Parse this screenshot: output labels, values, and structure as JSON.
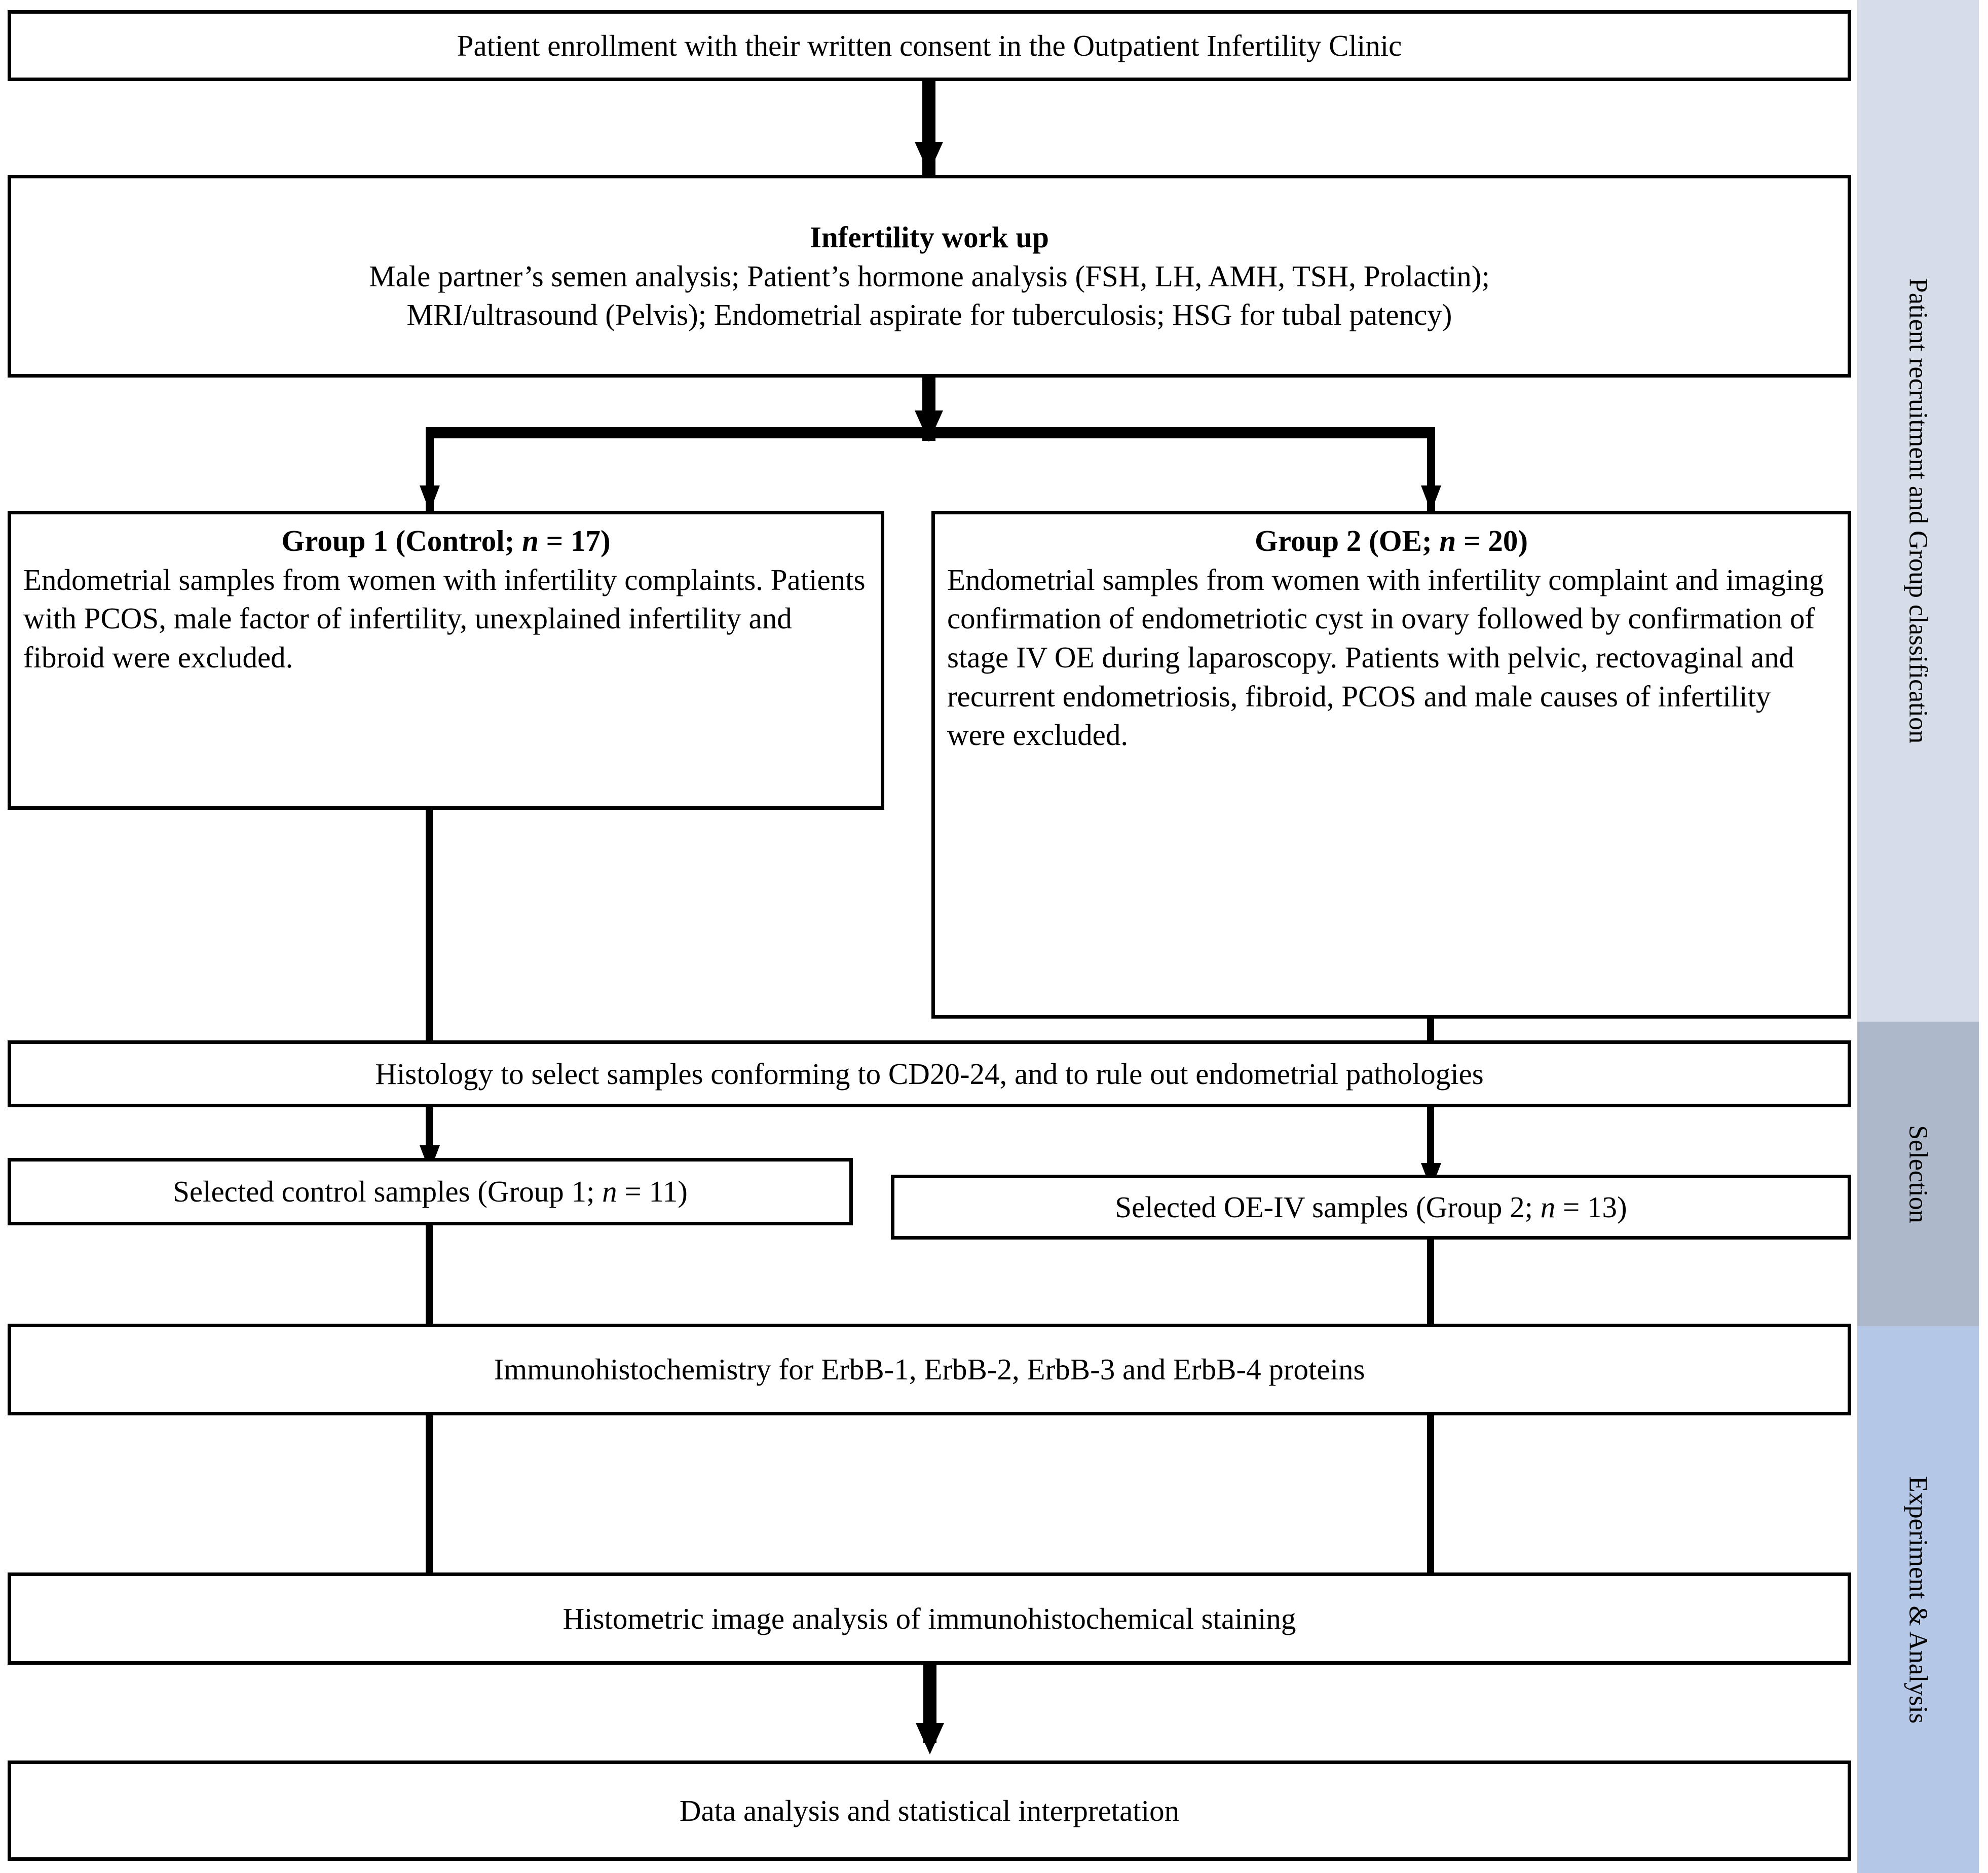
{
  "figure": {
    "type": "flowchart",
    "title": "Study design flowchart: patient recruitment, selection and analysis"
  },
  "colors": {
    "box_border": "#000000",
    "box_fill": "#ffffff",
    "connector": "#000000",
    "band_recruitment": "#d6dce8",
    "band_selection": "#adb9cb",
    "band_experiment": "#b4c7e7"
  },
  "nodes": {
    "enrollment": {
      "text": "Patient enrollment with their written consent in the Outpatient Infertility Clinic"
    },
    "workup": {
      "title": "Infertility work up",
      "line1": "Male partner’s semen analysis; Patient’s hormone analysis (FSH, LH, AMH, TSH, Prolactin);",
      "line2": "MRI/ultrasound (Pelvis); Endometrial aspirate for tuberculosis; HSG for tubal patency)"
    },
    "group1": {
      "title_pre": "Group 1 (Control; ",
      "title_n": "n",
      "title_post": " = 17)",
      "body": "Endometrial samples from women with infertility complaints. Patients with PCOS, male factor of infertility, unexplained infertility and fibroid were excluded."
    },
    "group2": {
      "title_pre": "Group 2 (OE; ",
      "title_n": "n",
      "title_post": " = 20)",
      "body": "Endometrial samples from women with infertility complaint and imaging confirmation of endometriotic cyst in ovary followed by confirmation of stage IV OE during laparoscopy. Patients with pelvic, rectovaginal and recurrent endometriosis, fibroid, PCOS and male causes of infertility were excluded."
    },
    "histology": {
      "text": "Histology to select samples conforming to CD20-24, and to rule out endometrial pathologies"
    },
    "selected_control": {
      "pre": "Selected control samples (Group 1; ",
      "n": "n",
      "post": " = 11)"
    },
    "selected_oe": {
      "pre": "Selected OE-IV samples (Group 2; ",
      "n": "n",
      "post": " = 13)"
    },
    "ihc": {
      "text": "Immunohistochemistry for ErbB-1, ErbB-2, ErbB-3 and ErbB-4 proteins"
    },
    "histometric": {
      "text": "Histometric image analysis of immunohistochemical staining"
    },
    "data_analysis": {
      "text": "Data analysis and statistical interpretation"
    }
  },
  "sidebar": {
    "bands": [
      {
        "label": "Patient recruitment and Group classification"
      },
      {
        "label": "Selection"
      },
      {
        "label": "Experiment & Analysis"
      }
    ]
  }
}
